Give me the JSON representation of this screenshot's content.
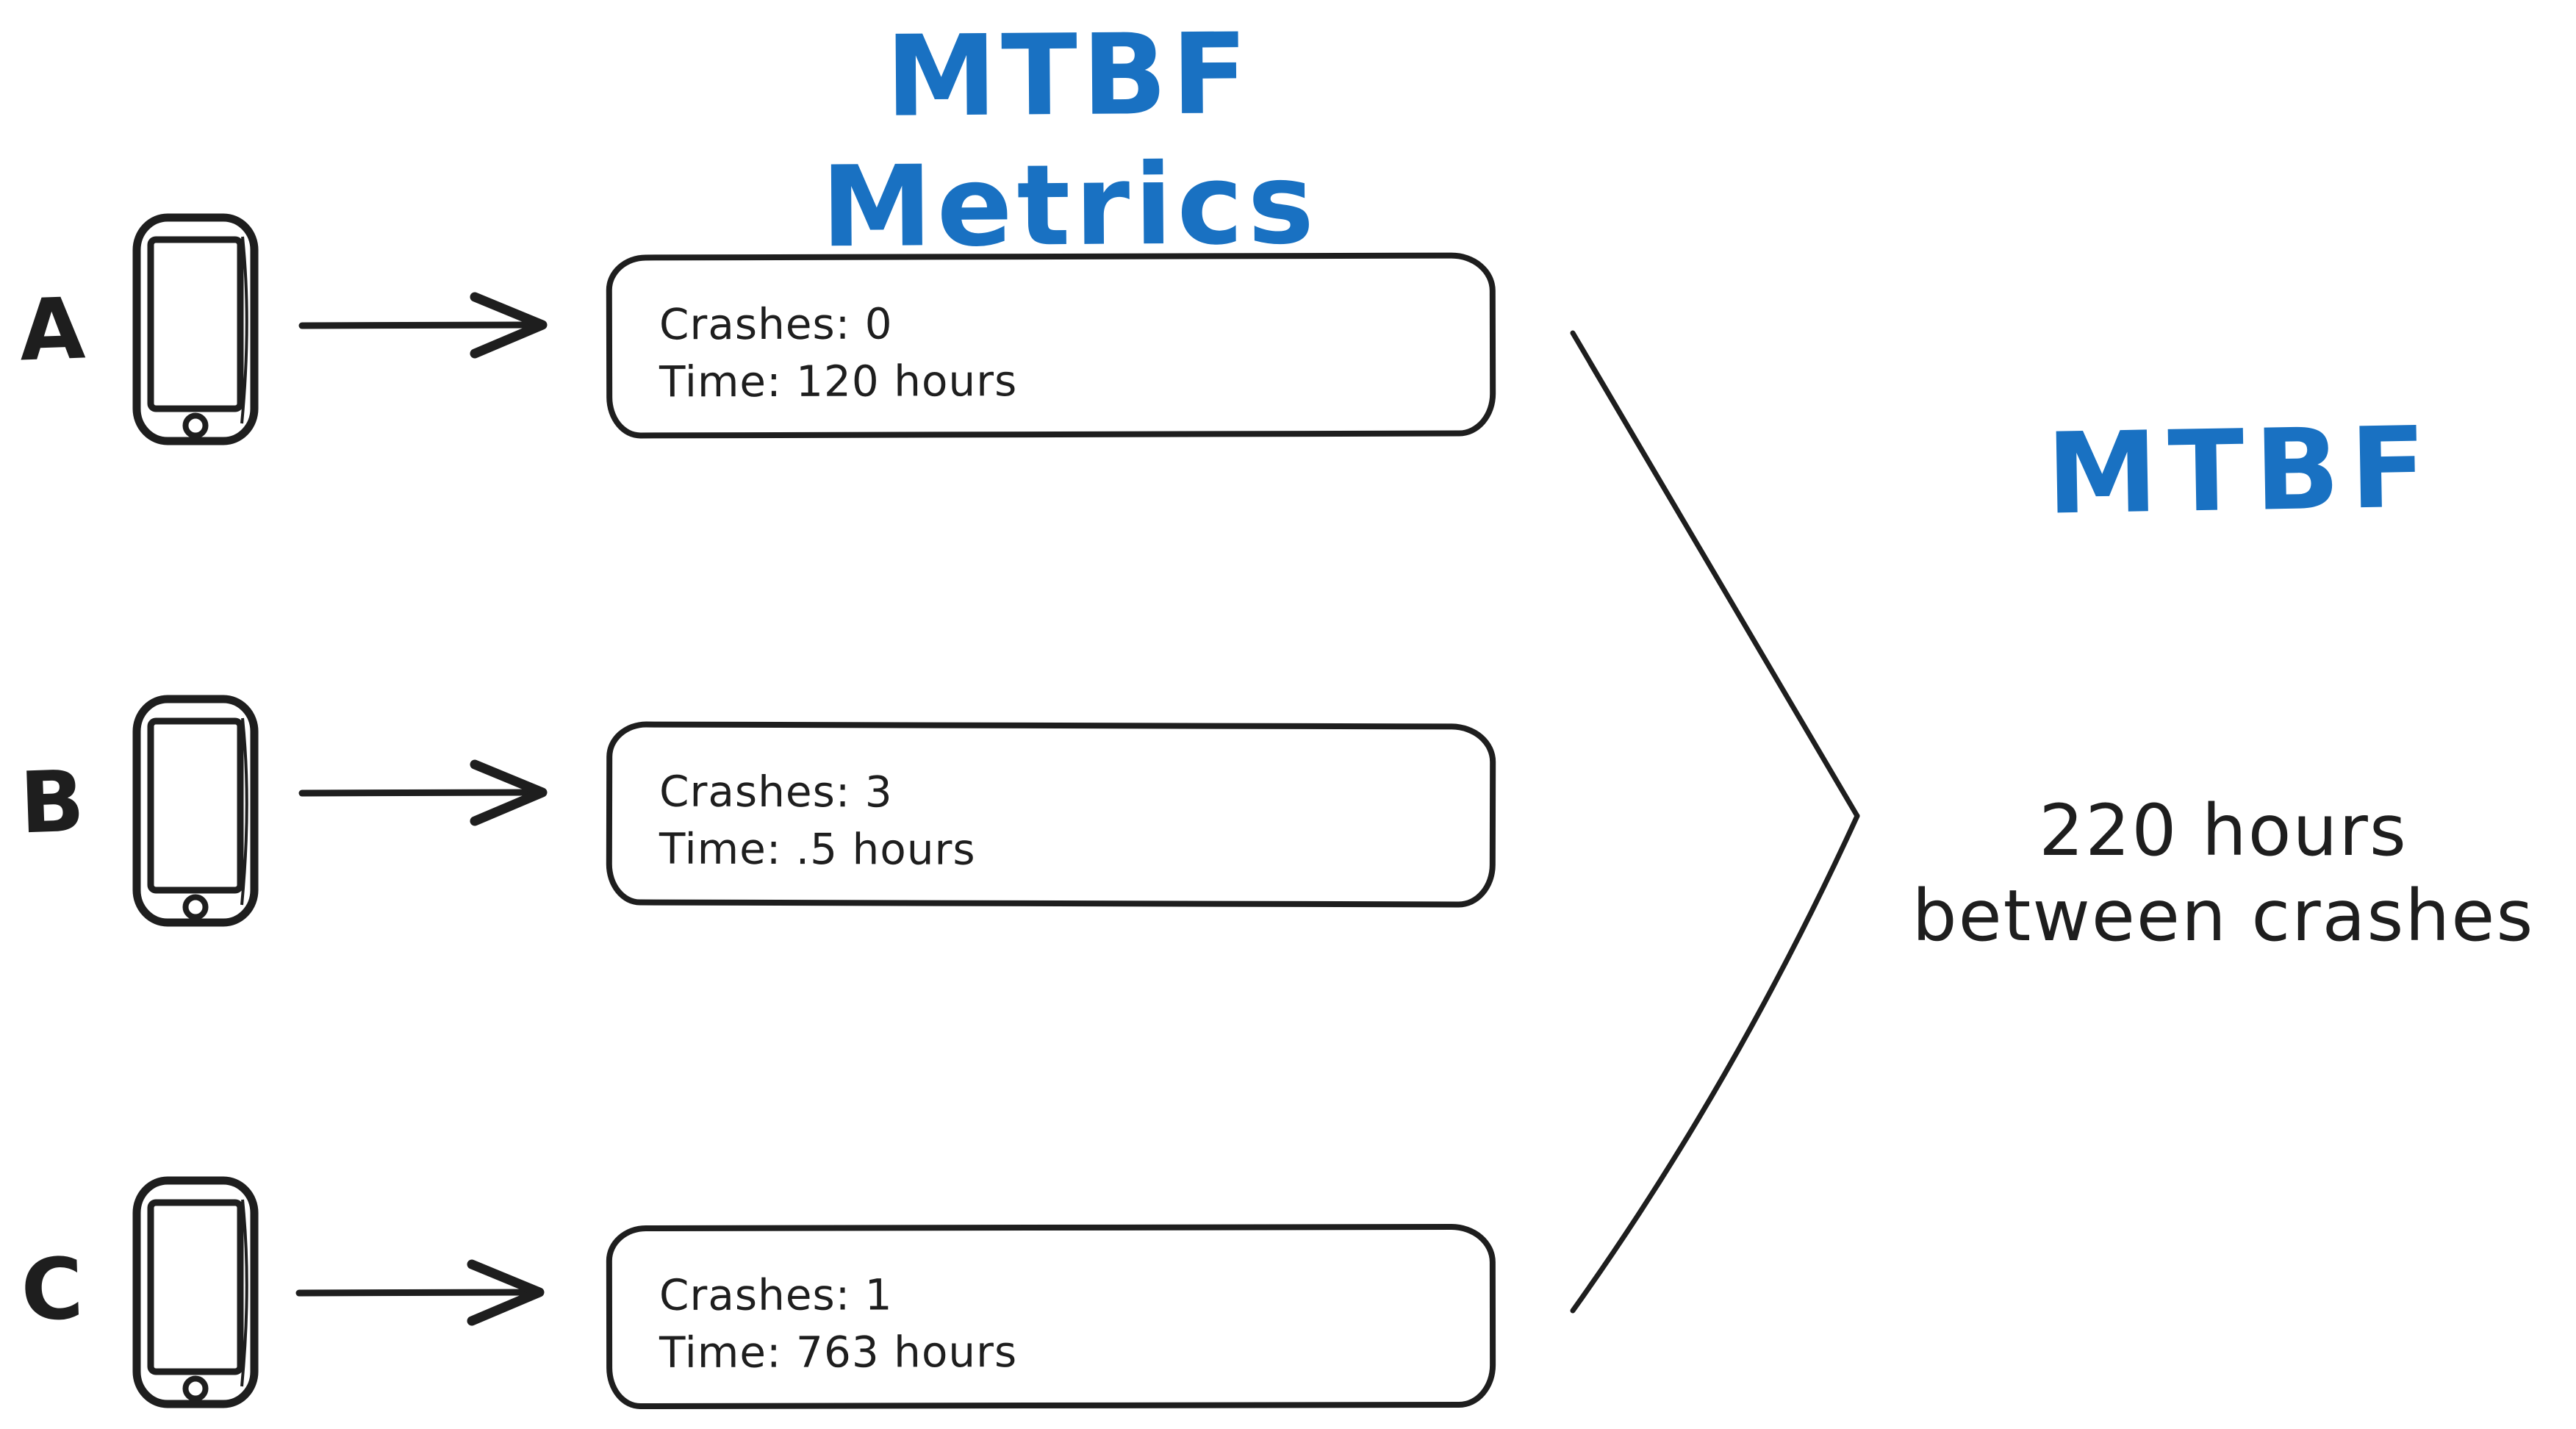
{
  "title": "MTBF Metrics",
  "colors": {
    "accent_blue": "#1971c2",
    "ink_black": "#1e1e1e"
  },
  "devices": [
    {
      "label": "A",
      "icon": "phone-icon",
      "crashes": "Crashes: 0",
      "time": "Time: 120 hours"
    },
    {
      "label": "B",
      "icon": "phone-icon",
      "crashes": "Crashes: 3",
      "time": "Time: .5 hours"
    },
    {
      "label": "C",
      "icon": "phone-icon",
      "crashes": "Crashes: 1",
      "time": "Time: 763 hours"
    }
  ],
  "result": {
    "heading": "MTBF",
    "line1": "220 hours",
    "line2": "between crashes"
  }
}
